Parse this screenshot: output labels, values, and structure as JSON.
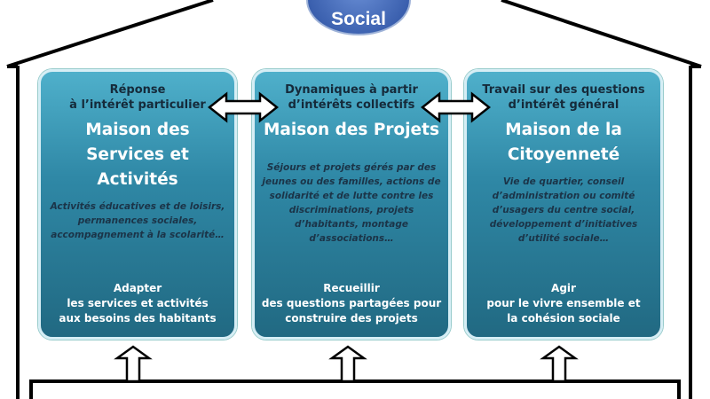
{
  "top": {
    "label": "Social"
  },
  "boxes": [
    {
      "header": "Réponse\nà l’intérêt particulier",
      "title": "Maison des Services et Activités",
      "description": "Activités éducatives et de loisirs, permanences sociales, accompagnement à la scolarité…",
      "action": "Adapter\nles services et activités\naux besoins des habitants"
    },
    {
      "header": "Dynamiques à partir\nd’intérêts collectifs",
      "title": "Maison des Projets",
      "description": "Séjours et projets gérés par des jeunes ou des familles, actions de solidarité et de lutte contre les discriminations, projets d’habitants, montage d’associations…",
      "action": "Recueillir\ndes questions partagées pour\nconstruire des projets"
    },
    {
      "header": "Travail sur des questions\nd’intérêt général",
      "title": "Maison de la Citoyenneté",
      "description": "Vie de quartier, conseil d’administration ou comité d’usagers du centre social, développement d’initiatives d’utilité sociale…",
      "action": "Agir\npour le vivre ensemble et\nla cohésion sociale"
    }
  ]
}
